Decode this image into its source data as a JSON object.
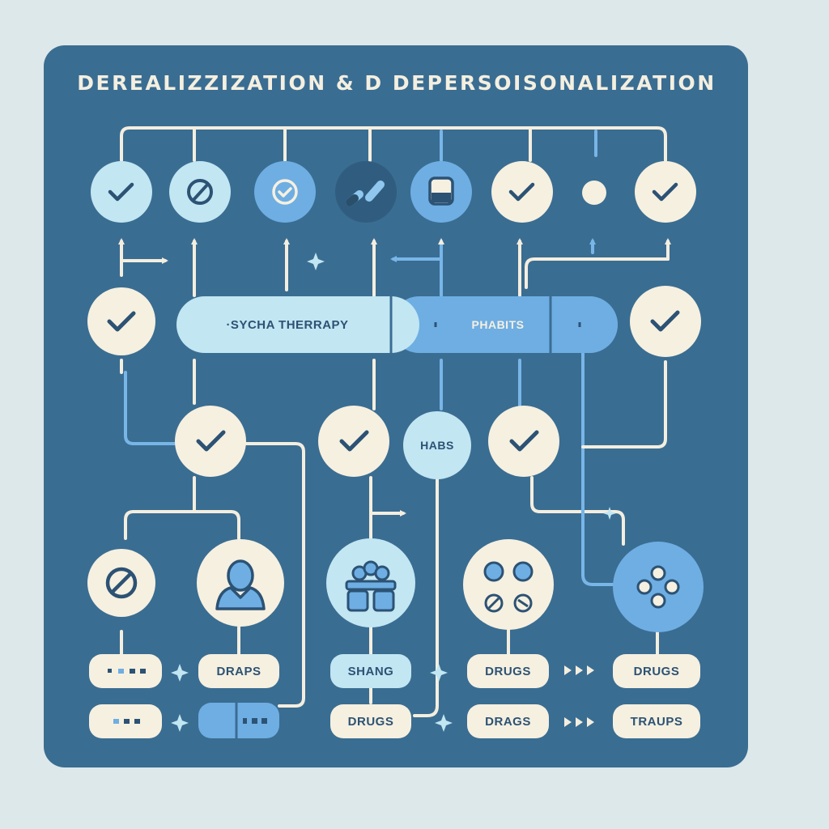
{
  "diagram": {
    "title": "DEREALIZZIZATION & D DEPERSOISONALIZATION",
    "bar": {
      "left_label": "·SYCHA THERRAPY",
      "right_label": "PHABITS"
    },
    "habs_label": "HABS",
    "pills": {
      "row1": [
        "DRAPS",
        "SHANG",
        "DRUGS",
        "DRUGS"
      ],
      "row2": [
        "DRUGS",
        "DRAGS",
        "TRAUPS"
      ]
    },
    "colors": {
      "background": "#dde8ea",
      "panel": "#3a6d92",
      "cream": "#f6f0e0",
      "light_blue": "#c2e6f2",
      "mid_blue": "#6eaee3",
      "line_cream": "#f4eedf",
      "line_blue": "#78b6e8",
      "ink": "#2c5274"
    }
  }
}
